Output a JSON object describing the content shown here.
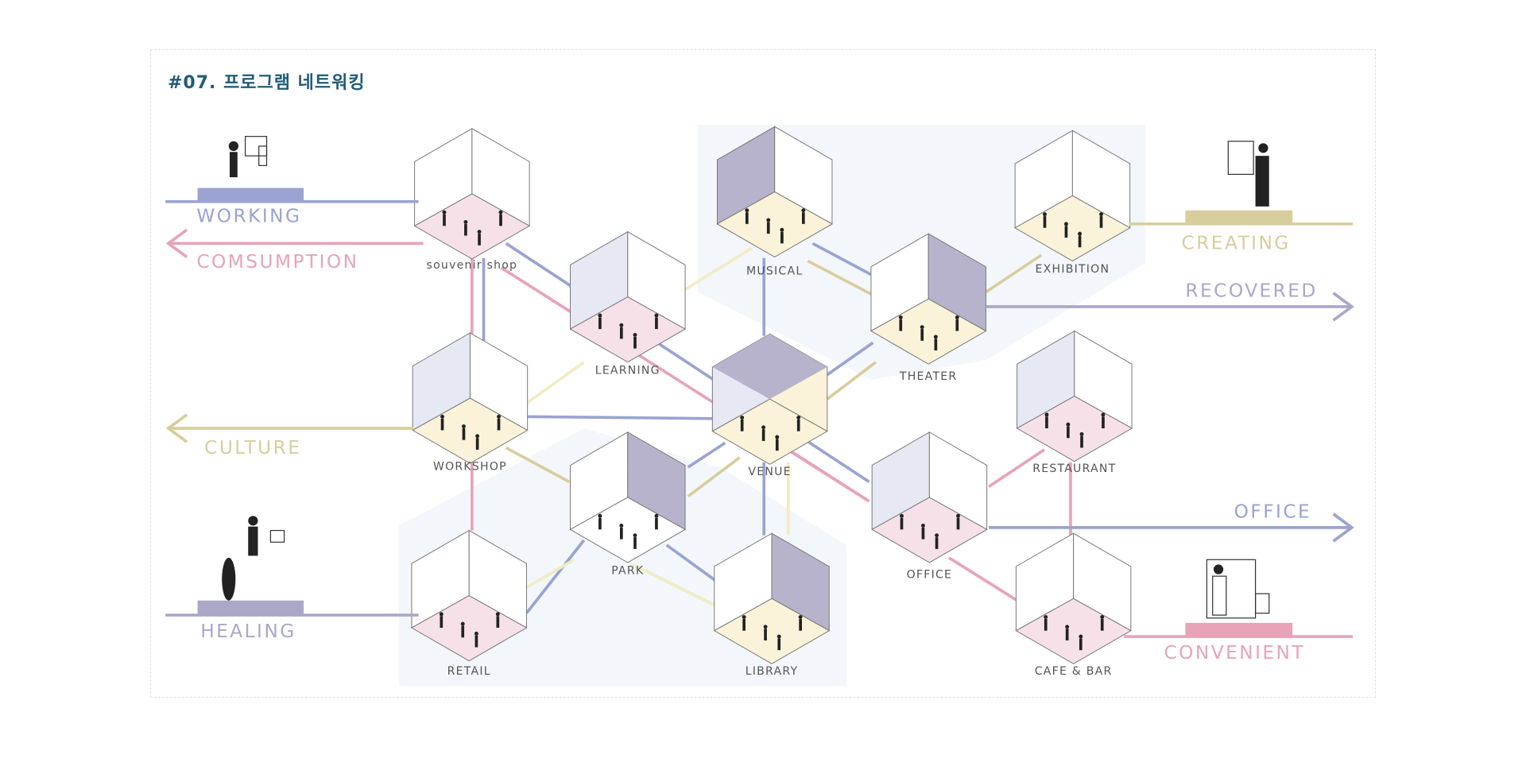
{
  "title": "#07. 프로그램 네트워킹",
  "colors": {
    "blue": "#9aa3d2",
    "pink": "#e8a3b8",
    "khaki": "#d8cd9c",
    "lilac": "#aaa7c9",
    "title": "#1f5b78"
  },
  "nodes": [
    {
      "label": "souvenir shop"
    },
    {
      "label": "LEARNING"
    },
    {
      "label": "MUSICAL"
    },
    {
      "label": "EXHIBITION"
    },
    {
      "label": "THEATER"
    },
    {
      "label": "WORKSHOP"
    },
    {
      "label": "VENUE"
    },
    {
      "label": "RESTAURANT"
    },
    {
      "label": "PARK"
    },
    {
      "label": "OFFICE"
    },
    {
      "label": "RETAIL"
    },
    {
      "label": "LIBRARY"
    },
    {
      "label": "CAFE & BAR"
    }
  ],
  "themes": {
    "working": "WORKING",
    "consumption": "COMSUMPTION",
    "culture": "CULTURE",
    "healing": "HEALING",
    "creating": "CREATING",
    "recovered": "RECOVERED",
    "office": "OFFICE",
    "convenient": "CONVENIENT"
  }
}
